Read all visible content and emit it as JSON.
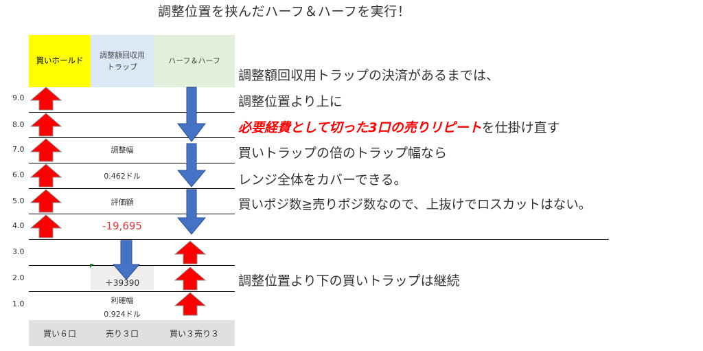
{
  "title": "調整位置を挟んだハーフ＆ハーフを実行！",
  "headers": {
    "col1": "買いホールド",
    "col2_line1": "調整額回収用",
    "col2_line2": "トラップ",
    "col3": "ハーフ＆ハーフ"
  },
  "y_labels": [
    "9.0",
    "8.0",
    "7.0",
    "6.0",
    "5.0",
    "4.0",
    "3.0",
    "2.0",
    "1.0"
  ],
  "cells": {
    "adjust_width_label": "調整幅",
    "adjust_width_value": "0.462ドル",
    "valuation_label": "評価額",
    "valuation_value": "-19,695",
    "profit_value": "＋39390",
    "profit_width_label": "利確幅",
    "profit_width_value": "0.924ドル"
  },
  "footer": [
    "買い６口",
    "売り３口",
    "買い３売り３"
  ],
  "notes": {
    "line1": "調整額回収用トラップの決済があるまでは、",
    "line2": "調整位置より上に",
    "line3_red": "必要経費として切った3口の売りリピート",
    "line3_rest": "を仕掛け直す",
    "line4": "買いトラップの倍のトラップ幅なら",
    "line5": "レンジ全体をカバーできる。",
    "line6": "買いポジ数≧売りポジ数なので、上抜けでロスカットはない。",
    "line7": "調整位置より下の買いトラップは継続"
  },
  "colors": {
    "buy_hold_header": "#ffff00",
    "trap_header": "#dbe9f7",
    "half_header": "#e2efda",
    "up_arrow": "#ff0000",
    "down_arrow": "#4472c4",
    "negative_value": "#e53935",
    "highlight_text": "#ff0000"
  },
  "icons": {
    "up": "red-up-arrow-icon",
    "down": "blue-down-arrow-icon"
  }
}
